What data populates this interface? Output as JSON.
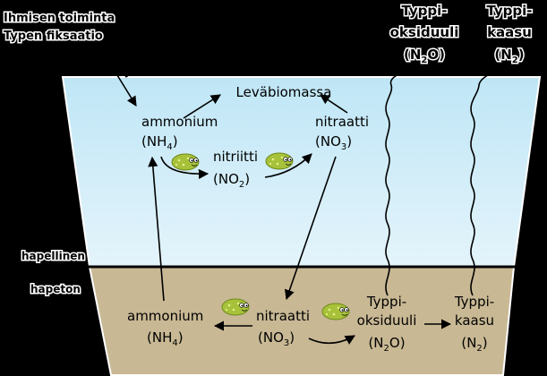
{
  "colors": {
    "water": "#d4eef8",
    "sediment": "#c8b894",
    "background": "#000000"
  },
  "labels": {
    "human_activity": "Ihmisen toiminta",
    "nitrogen_fixation": "Typen fiksaatio",
    "nitrous_oxide_top": {
      "l1": "Typpi-",
      "l2": "oksiduuli",
      "l3a": "(N",
      "l3s": "2",
      "l3b": "O)"
    },
    "nitrogen_gas_top": {
      "l1": "Typpi-",
      "l2": "kaasu",
      "l3a": "(N",
      "l3s": "2",
      "l3b": ")"
    },
    "algal_biomass": "Leväbiomassa",
    "water_ammonium": {
      "name": "ammonium",
      "fa": "(NH",
      "fs": "4",
      "fb": ")"
    },
    "water_nitrite": {
      "name": "nitriitti",
      "fa": "(NO",
      "fs": "2",
      "fb": ")"
    },
    "water_nitrate": {
      "name": "nitraatti",
      "fa": "(NO",
      "fs": "3",
      "fb": ")"
    },
    "layer_top": "hapellinen",
    "layer_bottom": "hapeton",
    "sed_ammonium": {
      "name": "ammonium",
      "fa": "(NH",
      "fs": "4",
      "fb": ")"
    },
    "sed_nitrate": {
      "name": "nitraatti",
      "fa": "(NO",
      "fs": "3",
      "fb": ")"
    },
    "sed_nitrous_oxide": {
      "l1": "Typpi-",
      "l2": "oksiduuli",
      "fa": "(N",
      "fs": "2",
      "fb": "O)"
    },
    "sed_nitrogen_gas": {
      "l1": "Typpi-",
      "l2": "kaasu",
      "fa": "(N",
      "fs": "2",
      "fb": ")"
    }
  },
  "icons": {
    "bacteria": "bacteria-icon"
  }
}
